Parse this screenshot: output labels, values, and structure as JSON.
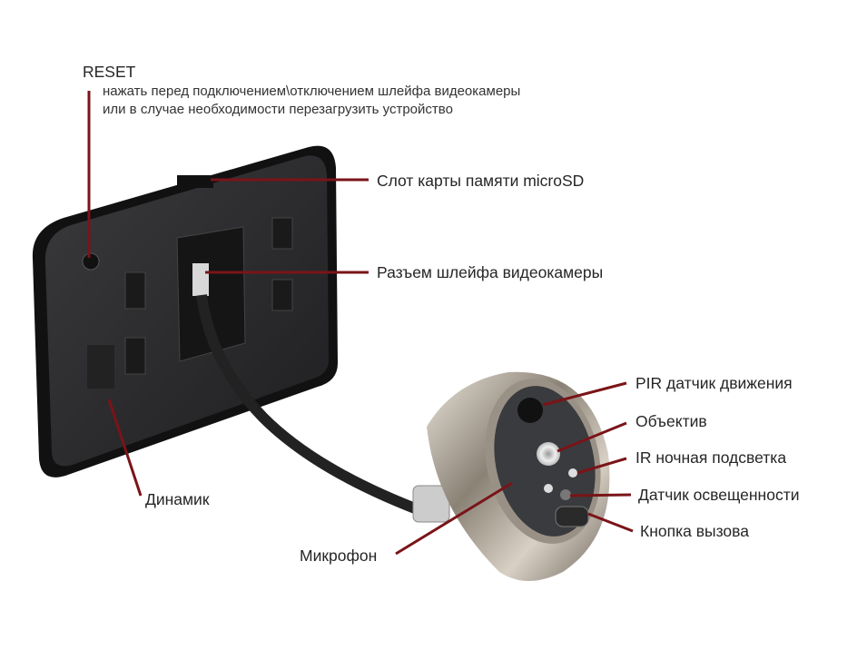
{
  "reset": {
    "title": "RESET",
    "desc_line1": "нажать перед подключением\\отключением шлейфа видеокамеры",
    "desc_line2": "или в случае необходимости перезагрузить устройство"
  },
  "labels": {
    "microsd": "Слот карты памяти microSD",
    "cable_connector": "Разъем шлейфа видеокамеры",
    "speaker": "Динамик",
    "microphone": "Микрофон",
    "pir": "PIR датчик движения",
    "lens": "Объектив",
    "ir": "IR ночная подсветка",
    "light_sensor": "Датчик освещенности",
    "call_button": "Кнопка вызова"
  },
  "colors": {
    "leader": "#7a1418",
    "body": "#2a2a2c",
    "camera_face": "#3a3b3e"
  }
}
